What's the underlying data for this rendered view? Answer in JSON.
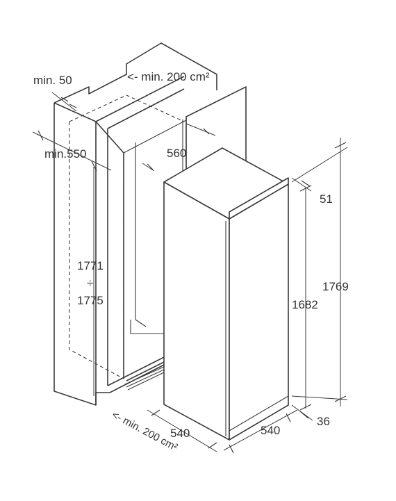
{
  "labels": {
    "min_50": "min. 50",
    "min_200_top": "<- min. 200 cm²",
    "min_550": "min.550",
    "d_560": "560",
    "d_1771": "1771",
    "d_div": "÷",
    "d_1775": "1775",
    "d_51": "51",
    "d_1769": "1769",
    "d_1682": "1682",
    "d_540_left": "540",
    "d_540_right": "540",
    "d_36": "36",
    "min_200_bottom": "<- min. 200 cm²"
  },
  "colors": {
    "line": "#3a3a3a",
    "text": "#333333",
    "background": "#ffffff"
  }
}
